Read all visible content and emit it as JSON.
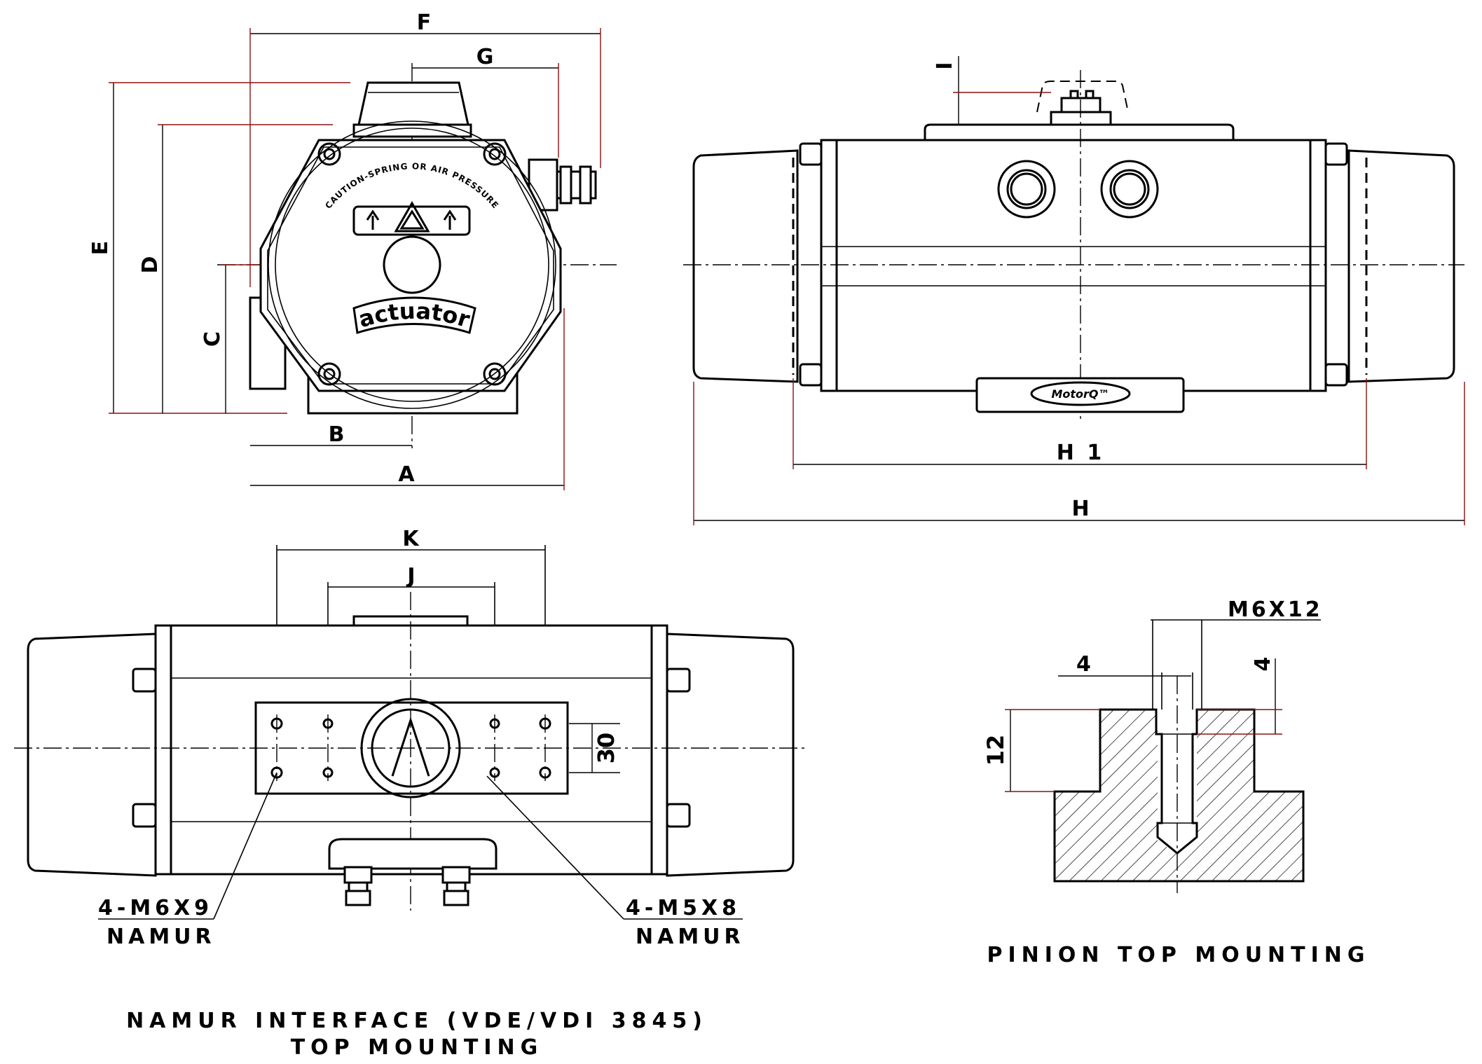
{
  "dimensions": {
    "A": "A",
    "B": "B",
    "C": "C",
    "D": "D",
    "E": "E",
    "F": "F",
    "G": "G",
    "H": "H",
    "H1": "H 1",
    "I": "I",
    "J": "J",
    "K": "K",
    "spacing_30": "30"
  },
  "front_view": {
    "caution_text": "CAUTION-SPRING OR AIR PRESSURE",
    "logo_text": "actuator"
  },
  "side_view": {
    "brand_text": "MotorQ™"
  },
  "namur_view": {
    "callout_left_spec": "4-M6X9",
    "callout_left_std": "NAMUR",
    "callout_right_spec": "4-M5X8",
    "callout_right_std": "NAMUR",
    "caption_line1": "NAMUR INTERFACE (VDE/VDI 3845)",
    "caption_line2": "TOP MOUNTING"
  },
  "pinion_view": {
    "thread_spec": "M6X12",
    "bore_width": "4",
    "depth_top": "4",
    "height": "12",
    "caption": "PINION TOP MOUNTING"
  }
}
